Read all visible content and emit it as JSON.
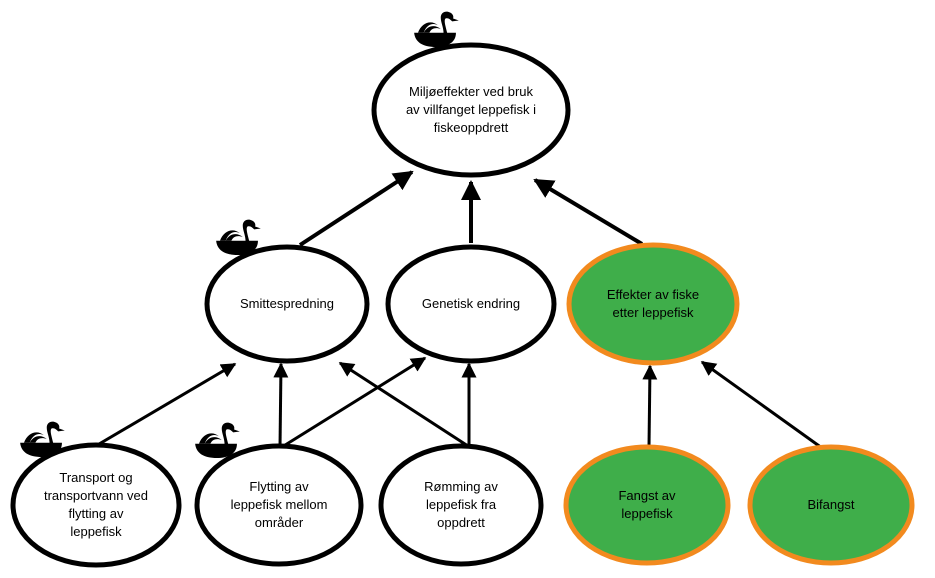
{
  "colors": {
    "default_fill": "#ffffff",
    "default_border": "#000000",
    "highlight_fill": "#3fae4a",
    "highlight_border": "#f28a1e"
  },
  "nodes": {
    "root": {
      "lines": [
        "Miljøeffekter ved bruk",
        "av villfanget leppefisk i",
        "fiskeoppdrett"
      ],
      "style": "default",
      "swan": true
    },
    "smittespredning": {
      "lines": [
        "Smittespredning"
      ],
      "style": "default",
      "swan": true
    },
    "genetisk": {
      "lines": [
        "Genetisk endring"
      ],
      "style": "default",
      "swan": false
    },
    "effekter_fiske": {
      "lines": [
        "Effekter av fiske",
        "etter leppefisk"
      ],
      "style": "highlight",
      "swan": false
    },
    "transport": {
      "lines": [
        "Transport og",
        "transportvann ved",
        "flytting av",
        "leppefisk"
      ],
      "style": "default",
      "swan": true
    },
    "flytting": {
      "lines": [
        "Flytting av",
        "leppefisk mellom",
        "områder"
      ],
      "style": "default",
      "swan": true
    },
    "romming": {
      "lines": [
        "Rømming av",
        "leppefisk fra",
        "oppdrett"
      ],
      "style": "default",
      "swan": false
    },
    "fangst": {
      "lines": [
        "Fangst av",
        "leppefisk"
      ],
      "style": "highlight",
      "swan": false
    },
    "bifangst": {
      "lines": [
        "Bifangst"
      ],
      "style": "highlight",
      "swan": false
    }
  },
  "edges": [
    {
      "from": "smittespredning",
      "to": "root"
    },
    {
      "from": "genetisk",
      "to": "root"
    },
    {
      "from": "effekter_fiske",
      "to": "root"
    },
    {
      "from": "transport",
      "to": "smittespredning"
    },
    {
      "from": "flytting",
      "to": "smittespredning"
    },
    {
      "from": "flytting",
      "to": "genetisk"
    },
    {
      "from": "romming",
      "to": "smittespredning"
    },
    {
      "from": "romming",
      "to": "genetisk"
    },
    {
      "from": "fangst",
      "to": "effekter_fiske"
    },
    {
      "from": "bifangst",
      "to": "effekter_fiske"
    }
  ]
}
